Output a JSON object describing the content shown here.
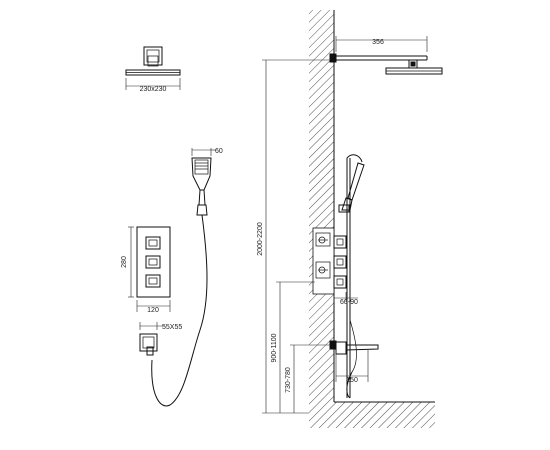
{
  "dimensions": {
    "shower_head_size": "230x230",
    "handshower_head_width": "60",
    "panel_height": "280",
    "panel_width": "120",
    "outlet_size": "55X55",
    "arm_length": "356",
    "valve_projection": "60-90",
    "total_height": "2000-2200",
    "spout_height": "900-1100",
    "mixer_height": "730-780",
    "spout_length": "150"
  }
}
